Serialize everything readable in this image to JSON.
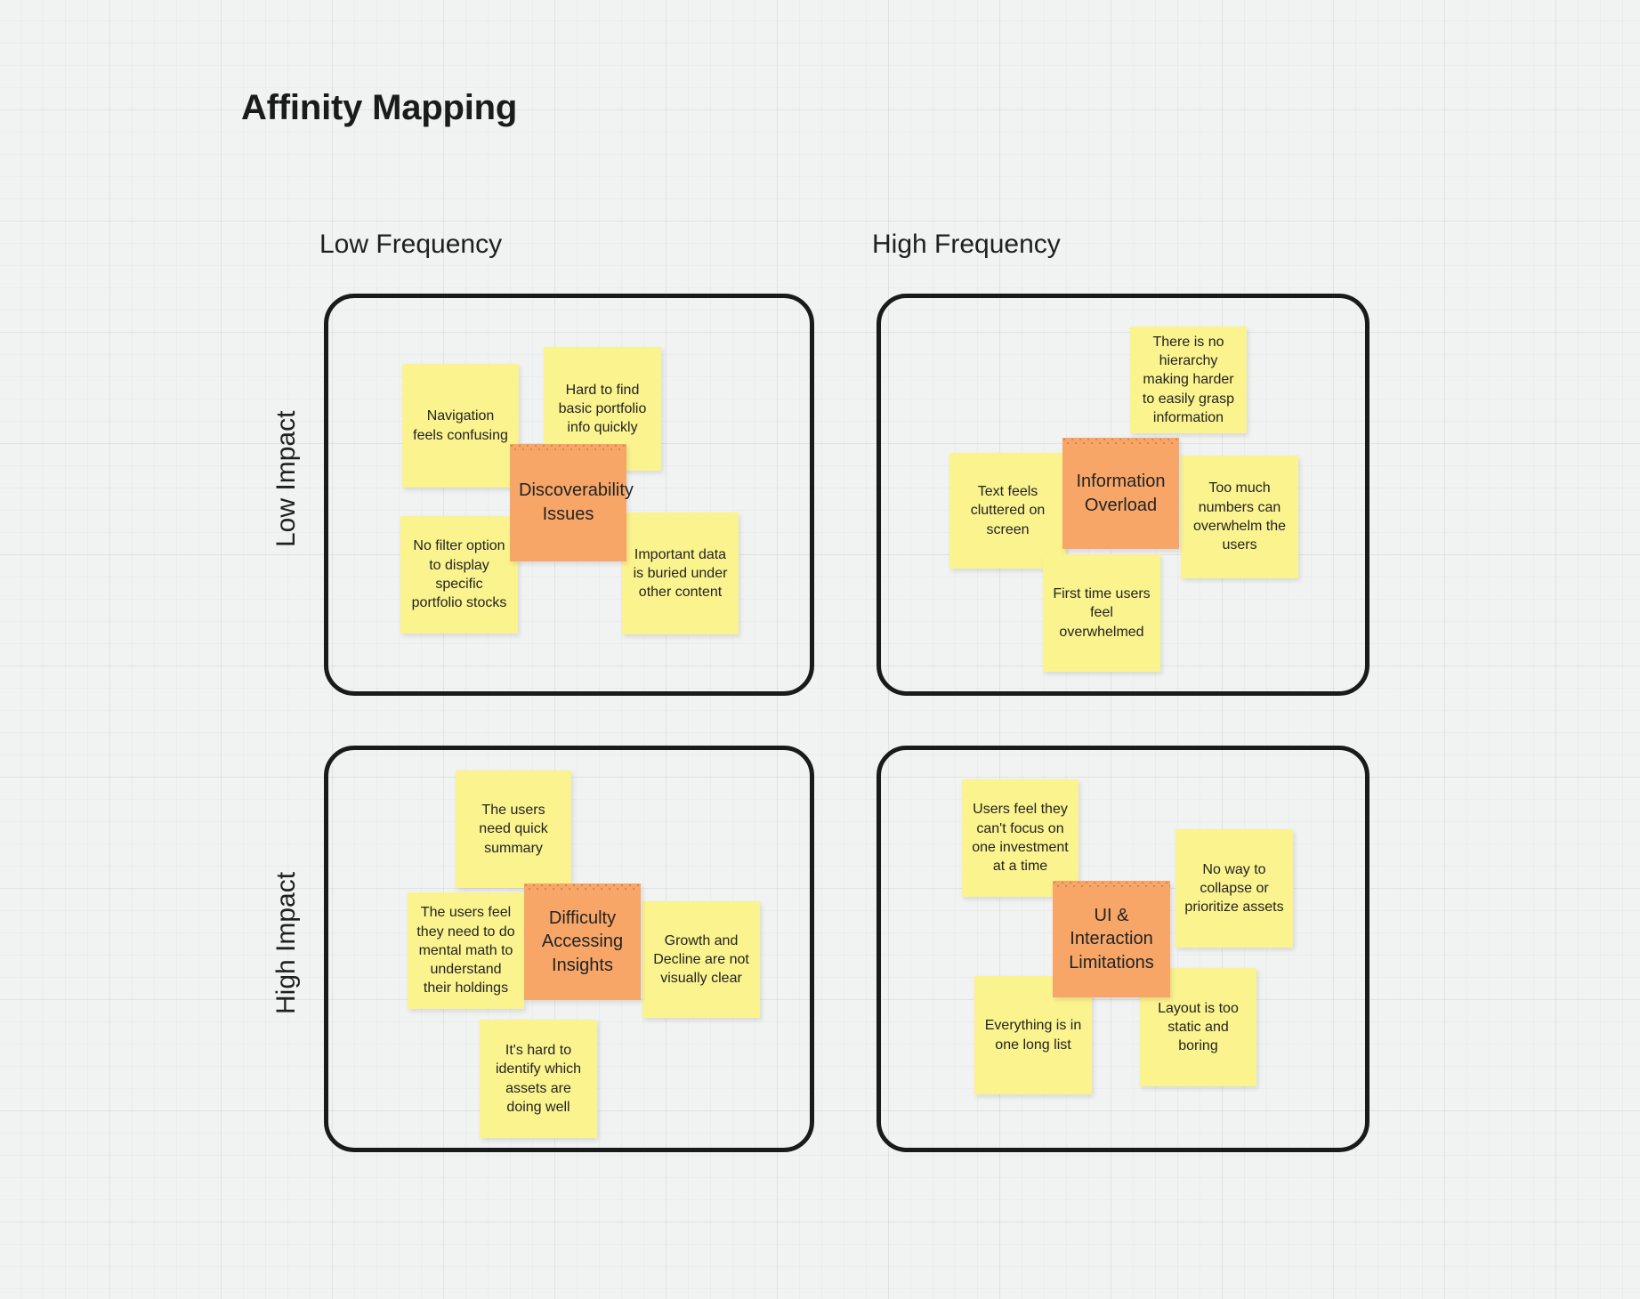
{
  "title": "Affinity Mapping",
  "axes": {
    "columns": [
      {
        "id": "low-frequency",
        "label": "Low Frequency"
      },
      {
        "id": "high-frequency",
        "label": "High Frequency"
      }
    ],
    "rows": [
      {
        "id": "low-impact",
        "label": "Low Impact"
      },
      {
        "id": "high-impact",
        "label": "High Impact"
      }
    ]
  },
  "colors": {
    "canvas": "#f1f2f2",
    "grid_line": "#e2e3e3",
    "quadrant_border": "#1a1a1a",
    "note_yellow": "#fbf38e",
    "note_orange": "#f7a668",
    "text": "#232323",
    "title_text": "#1b1b1b"
  },
  "quadrants": [
    {
      "id": "low-frequency-low-impact",
      "frequency": "Low Frequency",
      "impact": "Low Impact",
      "cluster_label": "Discoverability Issues",
      "notes": [
        "Navigation feels confusing",
        "Hard to find basic portfolio info quickly",
        "No filter option to display specific portfolio stocks",
        "Important data is buried under other content"
      ]
    },
    {
      "id": "high-frequency-low-impact",
      "frequency": "High Frequency",
      "impact": "Low Impact",
      "cluster_label": "Information Overload",
      "notes": [
        "There is no hierarchy making harder to easily grasp information",
        "Text feels cluttered on screen",
        "Too much numbers can overwhelm the users",
        "First time users feel overwhelmed"
      ]
    },
    {
      "id": "low-frequency-high-impact",
      "frequency": "Low Frequency",
      "impact": "High Impact",
      "cluster_label": "Difficulty Accessing Insights",
      "notes": [
        "The users need quick summary",
        "The users feel they need to do mental math to understand their holdings",
        "Growth and Decline are not visually clear",
        "It's hard to identify which assets are doing well"
      ]
    },
    {
      "id": "high-frequency-high-impact",
      "frequency": "High Frequency",
      "impact": "High Impact",
      "cluster_label": "UI & Interaction Limitations",
      "notes": [
        "Users feel they can't focus on one investment at a time",
        "No way to collapse or prioritize assets",
        "Everything is in one long list",
        "Layout is too static and boring"
      ]
    }
  ]
}
